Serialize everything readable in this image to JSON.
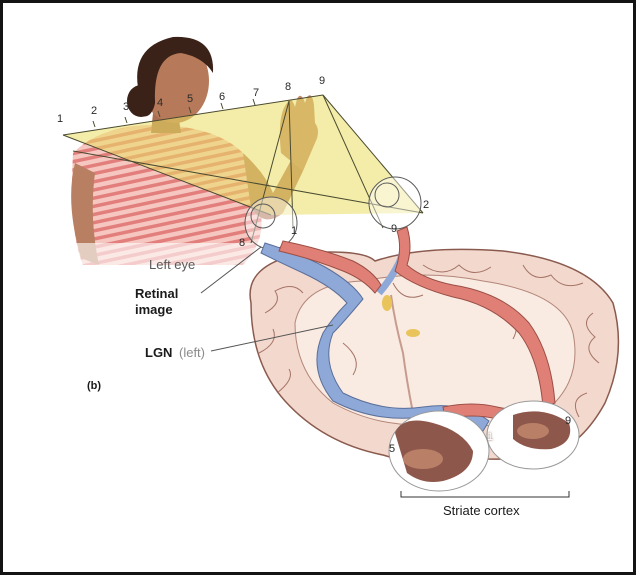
{
  "panel_label": "(b)",
  "labels": {
    "left_eye": "Left eye",
    "retinal_image_line1": "Retinal",
    "retinal_image_line2": "image",
    "lgn_prefix": "LGN",
    "lgn_side": "(left)",
    "striate_cortex": "Striate cortex"
  },
  "visual_field_points": [
    "1",
    "2",
    "3",
    "4",
    "5",
    "6",
    "7",
    "8",
    "9"
  ],
  "eye_markers": {
    "left_eye_inner": "1",
    "left_eye_outer": "8",
    "right_eye_inner": "2",
    "right_eye_outer": "9"
  },
  "cortex_markers": {
    "left_cortex": "5",
    "center_cortex": "1",
    "right_cortex": "9"
  },
  "colors": {
    "frame": "#141414",
    "visual_field": "#e9df63",
    "left_pathway_blue": "#8ea9d8",
    "right_pathway_red": "#e07f75",
    "brain_tissue": "#f3d8cd",
    "brain_outline": "#8a5a4e",
    "skin": "#b37a5c",
    "shirt_stripe": "#e58a88"
  }
}
